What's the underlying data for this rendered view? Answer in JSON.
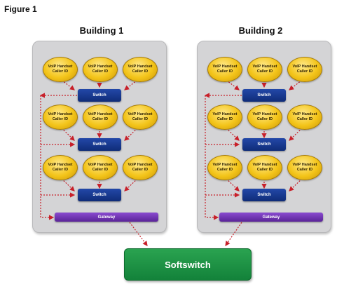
{
  "figure_label": "Figure 1",
  "handset": {
    "line1": "VoIP Handset",
    "line2": "Caller ID"
  },
  "switch_label": "Switch",
  "gateway_label": "Gateway",
  "softswitch_label": "Softswitch",
  "buildings": [
    {
      "title": "Building 1"
    },
    {
      "title": "Building 2"
    }
  ],
  "colors": {
    "panel": "#d4d4d6",
    "handset": "#f3c419",
    "switch": "#17358f",
    "gateway": "#6f34b4",
    "softswitch": "#1f9446",
    "arrow": "#c8202a"
  }
}
